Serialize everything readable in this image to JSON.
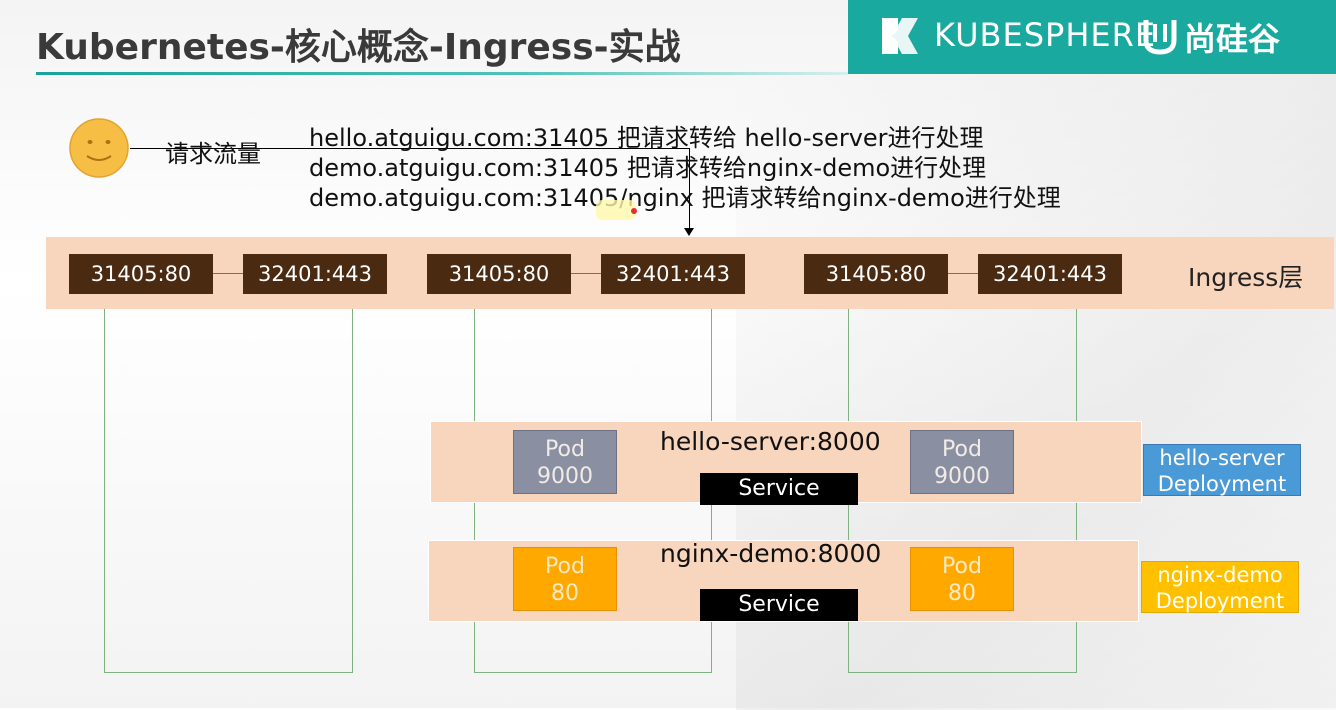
{
  "header": {
    "title": "Kubernetes-核心概念-Ingress-实战",
    "brand_name": "KUBESPHERE",
    "brand_partner": "尚硅谷"
  },
  "request": {
    "label": "请求流量",
    "rules": [
      "hello.atguigu.com:31405 把请求转给 hello-server进行处理",
      "demo.atguigu.com:31405 把请求转给nginx-demo进行处理",
      "demo.atguigu.com:31405/nginx 把请求转给nginx-demo进行处理"
    ]
  },
  "ingress": {
    "label": "Ingress层",
    "ports": [
      {
        "http": "31405:80",
        "https": "32401:443"
      },
      {
        "http": "31405:80",
        "https": "32401:443"
      },
      {
        "http": "31405:80",
        "https": "32401:443"
      }
    ]
  },
  "services": [
    {
      "name": "hello-server:8000",
      "service_label": "Service",
      "pods": [
        {
          "label": "Pod",
          "port": "9000"
        },
        {
          "label": "Pod",
          "port": "9000"
        }
      ],
      "deployment": {
        "line1": "hello-server",
        "line2": "Deployment"
      }
    },
    {
      "name": "nginx-demo:8000",
      "service_label": "Service",
      "pods": [
        {
          "label": "Pod",
          "port": "80"
        },
        {
          "label": "Pod",
          "port": "80"
        }
      ],
      "deployment": {
        "line1": "nginx-demo",
        "line2": "Deployment"
      }
    }
  ],
  "colors": {
    "brand": "#1aa99f",
    "ingress_band": "#f8d5bd",
    "port_box": "#4a2a10",
    "hello_pod": "#8a8fa2",
    "nginx_pod": "#ffa800",
    "hello_deployment": "#4a9ad8",
    "nginx_deployment": "#ffc000"
  }
}
